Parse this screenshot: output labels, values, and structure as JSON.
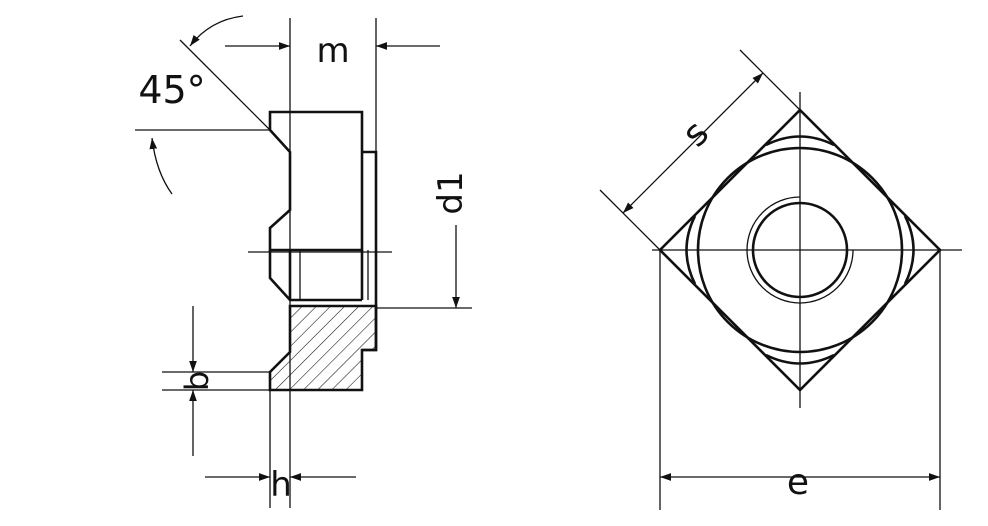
{
  "labels": {
    "angle": "45°",
    "m": "m",
    "d1": "d1",
    "b": "b",
    "h": "h",
    "s": "s",
    "e": "e"
  },
  "colors": {
    "line": "#111111",
    "background": "#ffffff"
  }
}
